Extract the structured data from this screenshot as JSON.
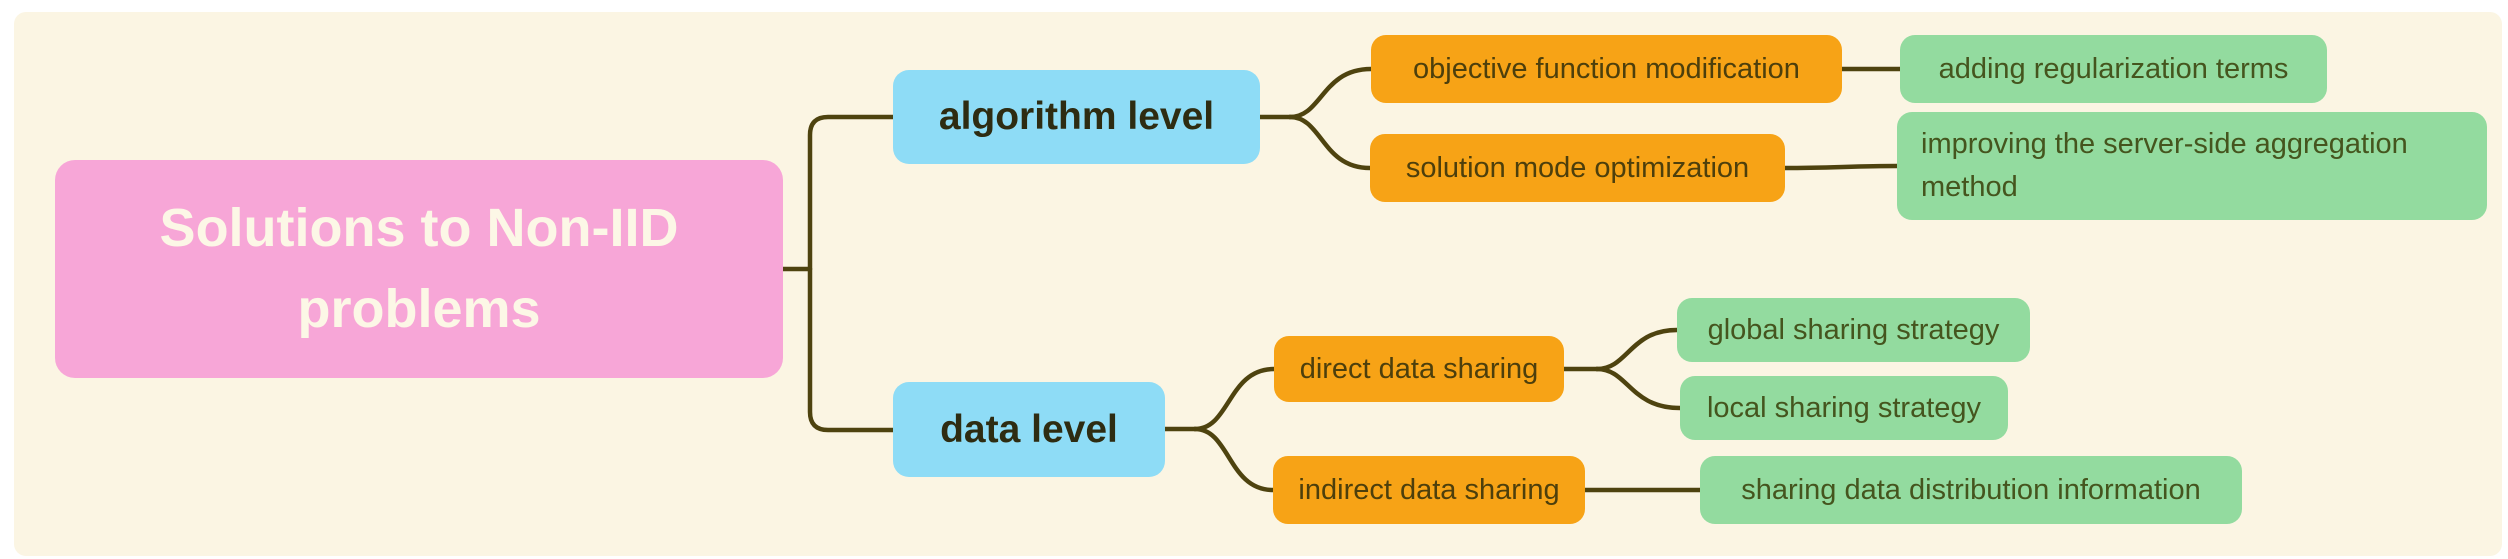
{
  "colors": {
    "background": "#FBF5E3",
    "page": "#FFFFFF",
    "connector": "#4E430F",
    "root_fill": "#F7A6D7",
    "root_text": "#FCF7E6",
    "level1_fill": "#8EDCF6",
    "level1_text": "#2E2C12",
    "level2_fill": "#F7A316",
    "level2_text": "#4D3F0C",
    "level3_fill": "#93DB9F",
    "level3_text": "#45551E"
  },
  "nodes": {
    "root": {
      "label": "Solutions to Non-IID problems",
      "level": 0
    },
    "algorithm_level": {
      "label": "algorithm level",
      "level": 1
    },
    "data_level": {
      "label": "data level",
      "level": 1
    },
    "objective_function_modification": {
      "label": "objective function modification",
      "level": 2
    },
    "solution_mode_optimization": {
      "label": "solution mode optimization",
      "level": 2
    },
    "direct_data_sharing": {
      "label": "direct data sharing",
      "level": 2
    },
    "indirect_data_sharing": {
      "label": "indirect data sharing",
      "level": 2
    },
    "adding_regularization_terms": {
      "label": "adding regularization terms",
      "level": 3
    },
    "improving_server_side_aggregation": {
      "label": "improving the server-side aggregation method",
      "level": 3
    },
    "global_sharing_strategy": {
      "label": "global sharing strategy",
      "level": 3
    },
    "local_sharing_strategy": {
      "label": "local sharing strategy",
      "level": 3
    },
    "sharing_data_distribution_information": {
      "label": "sharing data distribution information",
      "level": 3
    }
  },
  "edges": [
    {
      "from": "root",
      "to": "algorithm_level"
    },
    {
      "from": "root",
      "to": "data_level"
    },
    {
      "from": "algorithm_level",
      "to": "objective_function_modification"
    },
    {
      "from": "algorithm_level",
      "to": "solution_mode_optimization"
    },
    {
      "from": "objective_function_modification",
      "to": "adding_regularization_terms"
    },
    {
      "from": "solution_mode_optimization",
      "to": "improving_server_side_aggregation"
    },
    {
      "from": "data_level",
      "to": "direct_data_sharing"
    },
    {
      "from": "data_level",
      "to": "indirect_data_sharing"
    },
    {
      "from": "direct_data_sharing",
      "to": "global_sharing_strategy"
    },
    {
      "from": "direct_data_sharing",
      "to": "local_sharing_strategy"
    },
    {
      "from": "indirect_data_sharing",
      "to": "sharing_data_distribution_information"
    }
  ]
}
